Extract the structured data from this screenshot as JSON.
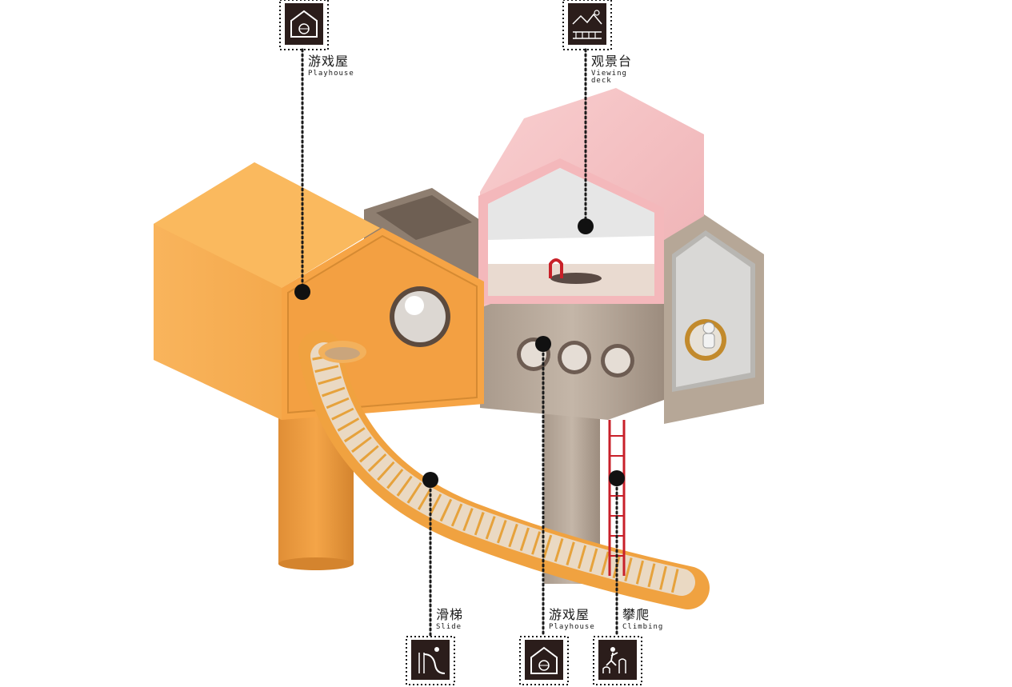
{
  "callouts": [
    {
      "id": "playhouse-top",
      "zh": "游戏屋",
      "en": "Playhouse",
      "icon": "house-ball-icon"
    },
    {
      "id": "viewing-deck",
      "zh": "观景台",
      "en": "Viewing deck",
      "icon": "landscape-deck-icon"
    },
    {
      "id": "slide",
      "zh": "滑梯",
      "en": "Slide",
      "icon": "slide-icon"
    },
    {
      "id": "playhouse-bottom",
      "zh": "游戏屋",
      "en": "Playhouse",
      "icon": "house-ball-icon"
    },
    {
      "id": "climbing",
      "zh": "攀爬",
      "en": "Climbing",
      "icon": "climbing-icon"
    }
  ],
  "colors": {
    "orange": "#f7a64a",
    "orange_dark": "#d98a2e",
    "pink": "#f6c2c4",
    "wood": "#b9aa9c",
    "wood_dark": "#8d7d70",
    "icon_bg": "#2b1d1b",
    "ladder": "#c8202a"
  }
}
